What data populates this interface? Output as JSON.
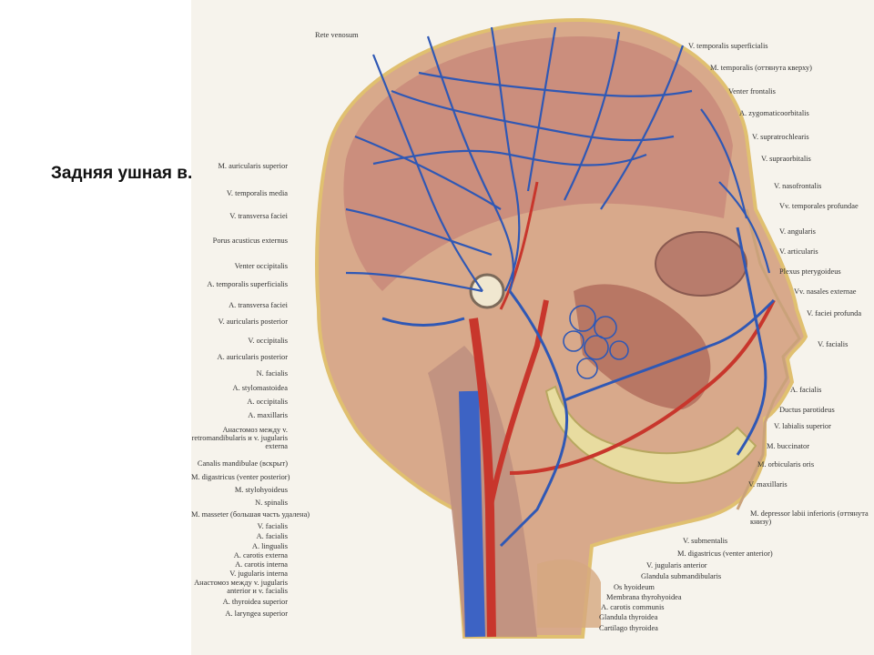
{
  "slide": {
    "caption": "Задняя ушная в.",
    "colors": {
      "vein": "#2f58b5",
      "artery": "#c8362c",
      "muscle": "#b8786a",
      "skin": "#e9c9a6",
      "bone": "#e8dca0",
      "background": "#ffffff"
    }
  },
  "figure": {
    "labels_top": [
      "Rete venosum"
    ],
    "labels_left": [
      "M. auricularis superior",
      "V. temporalis media",
      "V. transversa faciei",
      "Porus acusticus externus",
      "Venter occipitalis",
      "A. temporalis superficialis",
      "A. transversa faciei",
      "V. auricularis posterior",
      "V. occipitalis",
      "A. auricularis posterior",
      "N. facialis",
      "A. stylomastoidea",
      "A. occipitalis",
      "A. maxillaris",
      "Анастомоз между v. retromandibularis и v. jugularis externa",
      "Canalis mandibulae (вскрыт)",
      "M. digastricus (venter posterior)",
      "M. stylohyoideus",
      "N. spinalis",
      "M. masseter (большая часть удалена)",
      "V. facialis",
      "A. facialis",
      "A. lingualis",
      "A. carotis externa",
      "A. carotis interna",
      "V. jugularis interna",
      "Анастомоз между v. jugularis anterior и v. facialis",
      "A. thyroidea superior",
      "A. laryngea superior"
    ],
    "labels_right": [
      "V. temporalis superficialis",
      "M. temporalis (оттянута кверху)",
      "Venter frontalis",
      "A. zygomaticoorbitalis",
      "V. supratrochlearis",
      "V. supraorbitalis",
      "V. nasofrontalis",
      "Vv. temporales profundae",
      "V. angularis",
      "V. articularis",
      "Plexus pterygoideus",
      "Vv. nasales externae",
      "V. faciei profunda",
      "V. facialis",
      "A. facialis",
      "Ductus parotideus",
      "V. labialis superior",
      "M. buccinator",
      "M. orbicularis oris",
      "V. maxillaris",
      "M. depressor labii inferioris (оттянута книзу)",
      "V. submentalis",
      "M. digastricus (venter anterior)",
      "V. jugularis anterior",
      "Glandula submandibularis",
      "Os hyoideum",
      "Membrana thyrohyoidea",
      "A. carotis communis",
      "Glandula thyroidea",
      "Cartilago thyroidea"
    ]
  }
}
